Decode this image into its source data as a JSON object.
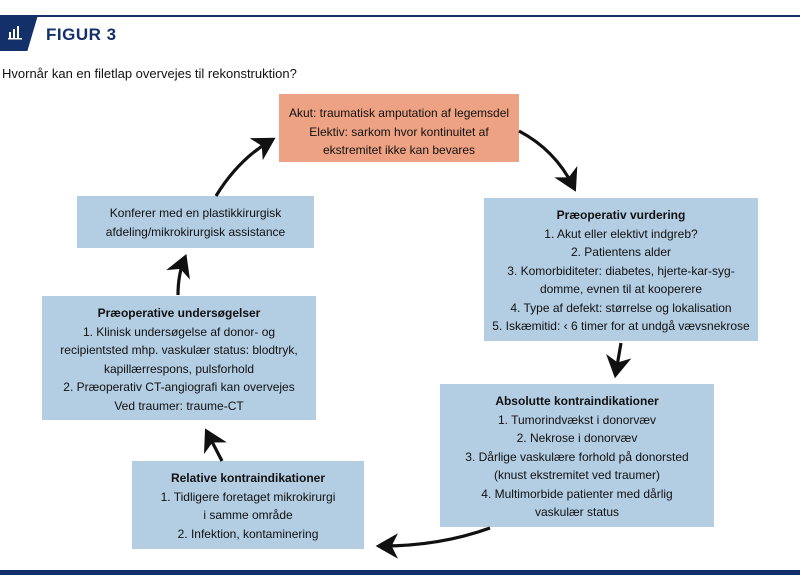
{
  "header": {
    "figure_label": "FIGUR 3",
    "icon": "bar-chart-icon"
  },
  "question": "Hvornår kan en filetlap overvejes til rekonstruktion?",
  "colors": {
    "navy": "#13306a",
    "box_blue": "#b3cde2",
    "box_orange": "#eda283"
  },
  "boxes": {
    "indication": {
      "lines": [
        "Akut: traumatisk amputation af legemsdel",
        "Elektiv: sarkom hvor kontinuitet af",
        "ekstremitet ikke kan bevares"
      ]
    },
    "preop_assessment": {
      "title": "Præoperativ vurdering",
      "lines": [
        "1. Akut eller elektivt indgreb?",
        "2. Patientens alder",
        "3. Komorbiditeter: diabetes, hjerte-kar-syg-",
        "domme, evnen til at kooperere",
        "4. Type af defekt: størrelse og lokalisation",
        "5. Iskæmitid: ‹ 6 timer for at undgå vævsnekrose"
      ]
    },
    "absolute_contra": {
      "title": "Absolutte kontraindikationer",
      "lines": [
        "1. Tumorindvækst i donorvæv",
        "2. Nekrose i donorvæv",
        "3. Dårlige vaskulære forhold på donorsted",
        "(knust ekstremitet ved traumer)",
        "4. Multimorbide patienter med dårlig",
        "vaskulær status"
      ]
    },
    "relative_contra": {
      "title": "Relative kontraindikationer",
      "lines": [
        "1. Tidligere foretaget mikrokirurgi",
        "i samme område",
        "2. Infektion, kontaminering"
      ]
    },
    "preop_exams": {
      "title": "Præoperative undersøgelser",
      "lines": [
        "1. Klinisk undersøgelse af donor- og",
        "recipientsted mhp. vaskulær status: blodtryk,",
        "kapillærrespons, pulsforhold",
        "2. Præoperativ CT-angiografi kan overvejes",
        "Ved traumer: traume-CT"
      ]
    },
    "consult": {
      "lines": [
        "Konferer med en plastikkirurgisk",
        "afdeling/mikrokirurgisk assistance"
      ]
    }
  },
  "flow_order": [
    "indication",
    "preop_assessment",
    "absolute_contra",
    "relative_contra",
    "preop_exams",
    "consult",
    "indication"
  ]
}
